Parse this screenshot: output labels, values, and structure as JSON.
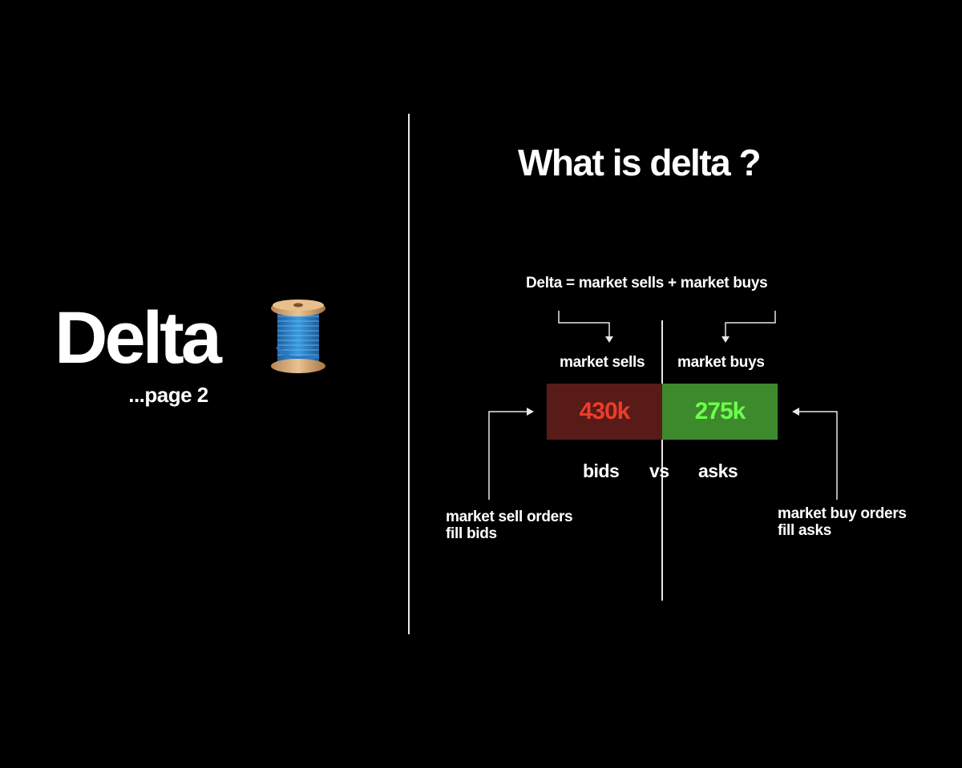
{
  "left": {
    "title": "Delta",
    "emoji_icon": "spool-of-thread-icon",
    "subtitle": "...page 2"
  },
  "right": {
    "title": "What is delta ?",
    "formula": "Delta = market sells + market buys",
    "labels": {
      "market_sells": "market sells",
      "market_buys": "market buys"
    },
    "boxes": {
      "sells_value": "430k",
      "buys_value": "275k"
    },
    "comparison": {
      "left": "bids",
      "middle": "vs",
      "right": "asks"
    },
    "notes": {
      "sell_line1": "market sell orders",
      "sell_line2": "fill bids",
      "buy_line1": "market buy orders",
      "buy_line2": "fill asks"
    }
  },
  "colors": {
    "background": "#000000",
    "sell_box": "#581b18",
    "sell_text": "#ef3b2c",
    "buy_box": "#3c8a2c",
    "buy_text": "#6dff4d"
  }
}
